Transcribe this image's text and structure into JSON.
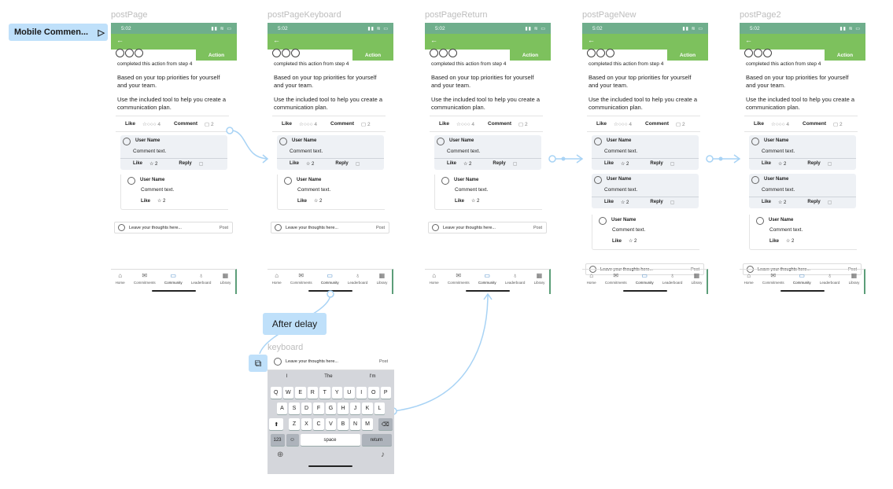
{
  "flow_label": "Mobile Commen...",
  "after_delay": "After delay",
  "keyboard_label": "keyboard",
  "colors": {
    "status": "#6fae8c",
    "appbar": "#7dc15d",
    "connector": "#a8d3f5",
    "pill": "#bfe0fa"
  },
  "frames": [
    {
      "label": "postPage",
      "variant": "base"
    },
    {
      "label": "postPageKeyboard",
      "variant": "base"
    },
    {
      "label": "postPageReturn",
      "variant": "base"
    },
    {
      "label": "postPageNew",
      "variant": "new"
    },
    {
      "label": "postPage2",
      "variant": "new"
    }
  ],
  "screen": {
    "time": "5:02",
    "back": "←",
    "status_icons": "▮▮ ≋ ▭",
    "action": "Action",
    "completed": "completed this action from step 4",
    "para1": "Based on your top priorities for yourself and your team.",
    "para2": "Use the included tool to help you create a communication plan.",
    "like": "Like",
    "like_meta": "☆○○○ 4",
    "comment": "Comment",
    "comment_meta": "▢ 2",
    "user_name": "User Name",
    "comment_text": "Comment text.",
    "reply": "Reply",
    "star2": "☆ 2",
    "reply_icon": "▢",
    "input_placeholder": "Leave your thoughts here...",
    "post": "Post"
  },
  "nav": [
    {
      "label": "Home",
      "glyph": "⌂"
    },
    {
      "label": "Commitments",
      "glyph": "✉"
    },
    {
      "label": "Community",
      "glyph": "▭"
    },
    {
      "label": "Leaderboard",
      "glyph": "♁"
    },
    {
      "label": "Library",
      "glyph": "▦"
    }
  ],
  "keyboard": {
    "suggestions": [
      "I",
      "The",
      "I'm"
    ],
    "row1": [
      "Q",
      "W",
      "E",
      "R",
      "T",
      "Y",
      "U",
      "I",
      "O",
      "P"
    ],
    "row2": [
      "A",
      "S",
      "D",
      "F",
      "G",
      "H",
      "J",
      "K",
      "L"
    ],
    "row3": [
      "Z",
      "X",
      "C",
      "V",
      "B",
      "N",
      "M"
    ],
    "shift": "⬆",
    "delete": "⌫",
    "num": "123",
    "emoji": "☺",
    "space": "space",
    "return": "return",
    "globe": "⊕",
    "mic": "♪"
  }
}
